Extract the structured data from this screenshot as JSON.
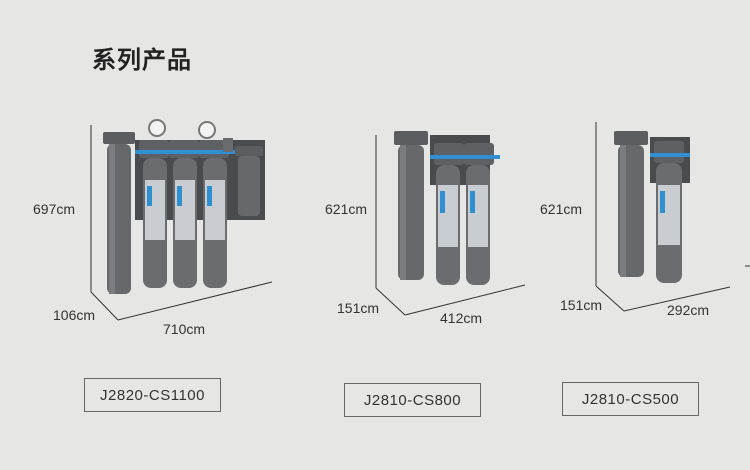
{
  "header": {
    "title": "系列产品"
  },
  "products": [
    {
      "model": "J2820-CS1100",
      "height": "697cm",
      "depth": "106cm",
      "width": "710cm"
    },
    {
      "model": "J2810-CS800",
      "height": "621cm",
      "depth": "151cm",
      "width": "412cm"
    },
    {
      "model": "J2810-CS500",
      "height": "621cm",
      "depth": "151cm",
      "width": "292cm"
    }
  ],
  "colors": {
    "background": "#e6e6e4",
    "housing": "#5e6063",
    "cartridge": "#c9ccd0",
    "accent_blue": "#2f8fd0"
  }
}
